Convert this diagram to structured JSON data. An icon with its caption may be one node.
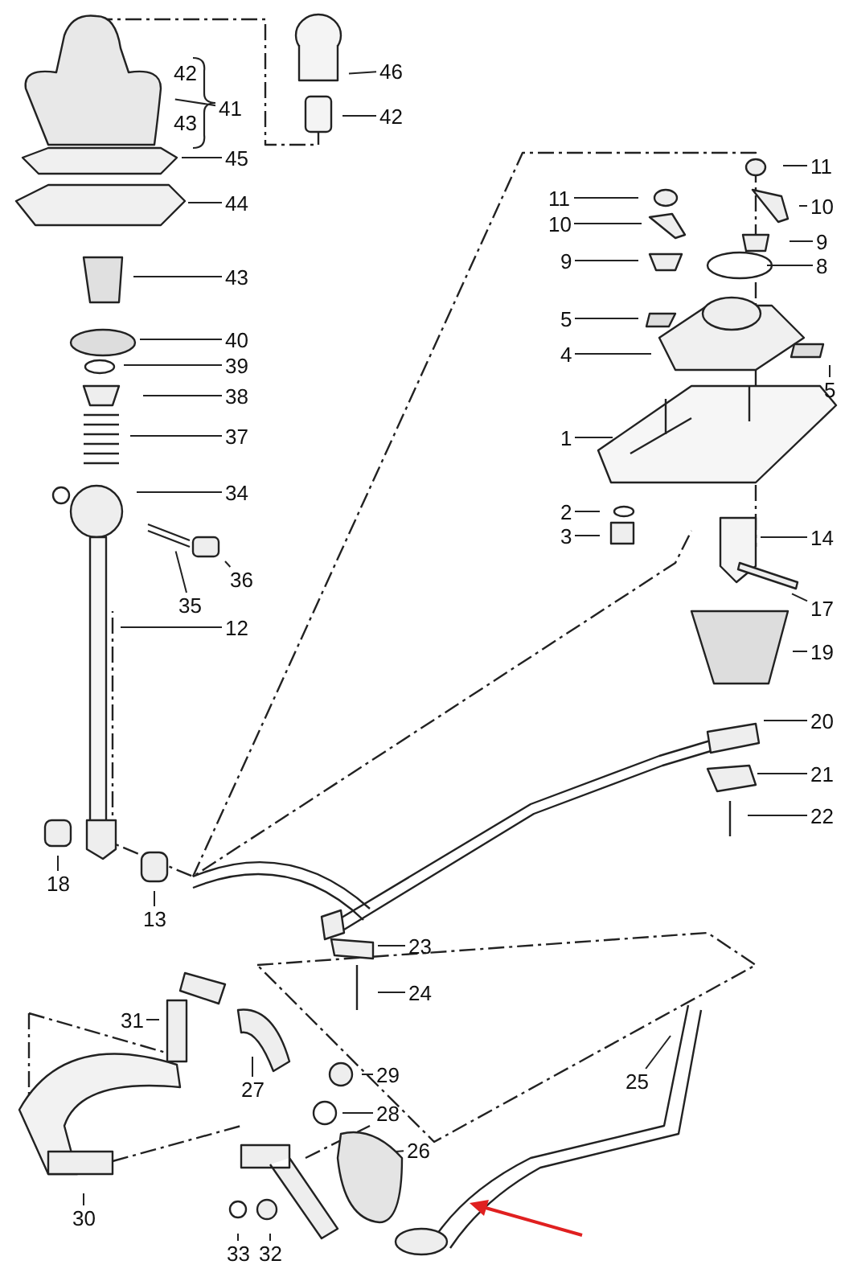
{
  "diagram": {
    "nodes": [
      {
        "text": [
          "41"
        ]
      },
      {
        "text": [
          "46"
        ]
      },
      {
        "text": [
          "42"
        ]
      },
      {
        "text": [
          "45"
        ]
      },
      {
        "text": [
          "44"
        ]
      },
      {
        "text": [
          "43"
        ]
      },
      {
        "text": [
          "40"
        ]
      },
      {
        "text": [
          "39"
        ]
      },
      {
        "text": [
          "38"
        ]
      },
      {
        "text": [
          "37"
        ]
      },
      {
        "text": [
          "34"
        ]
      },
      {
        "text": [
          "36"
        ]
      },
      {
        "text": [
          "35"
        ]
      },
      {
        "text": [
          "12"
        ]
      },
      {
        "text": [
          "11"
        ]
      },
      {
        "text": [
          "11"
        ]
      },
      {
        "text": [
          "10"
        ]
      },
      {
        "text": [
          "10"
        ]
      },
      {
        "text": [
          "9"
        ]
      },
      {
        "text": [
          "9"
        ]
      },
      {
        "text": [
          "8"
        ]
      },
      {
        "text": [
          "5"
        ]
      },
      {
        "text": [
          "4"
        ]
      },
      {
        "text": [
          "5"
        ]
      },
      {
        "text": [
          "1"
        ]
      },
      {
        "text": [
          "2"
        ]
      },
      {
        "text": [
          "3"
        ]
      },
      {
        "text": [
          "14"
        ]
      },
      {
        "text": [
          "17"
        ]
      },
      {
        "text": [
          "19"
        ]
      },
      {
        "text": [
          "20"
        ]
      },
      {
        "text": [
          "21"
        ]
      },
      {
        "text": [
          "22"
        ]
      },
      {
        "text": [
          "18"
        ]
      },
      {
        "text": [
          "13"
        ]
      },
      {
        "text": [
          "23"
        ]
      },
      {
        "text": [
          "24"
        ]
      },
      {
        "text": [
          "31"
        ]
      },
      {
        "text": [
          "29"
        ]
      },
      {
        "text": [
          "27"
        ]
      },
      {
        "text": [
          "28"
        ]
      },
      {
        "text": [
          "25"
        ]
      },
      {
        "text": [
          "26"
        ]
      },
      {
        "text": [
          "30"
        ]
      },
      {
        "text": [
          "33"
        ]
      },
      {
        "text": [
          "32"
        ]
      }
    ],
    "edges": [
      {
        "from": 0,
        "to": null,
        "arrow": "none"
      },
      {
        "from": 1,
        "to": null,
        "arrow": "none"
      },
      {
        "from": 2,
        "to": null,
        "arrow": "none"
      },
      {
        "from": 3,
        "to": null,
        "arrow": "none"
      },
      {
        "from": 4,
        "to": null,
        "arrow": "none"
      },
      {
        "from": 5,
        "to": null,
        "arrow": "none"
      },
      {
        "from": 6,
        "to": null,
        "arrow": "none"
      },
      {
        "from": 7,
        "to": null,
        "arrow": "none"
      },
      {
        "from": 8,
        "to": null,
        "arrow": "none"
      },
      {
        "from": 9,
        "to": null,
        "arrow": "none"
      },
      {
        "from": 10,
        "to": null,
        "arrow": "none"
      },
      {
        "from": 11,
        "to": null,
        "arrow": "none"
      },
      {
        "from": 12,
        "to": null,
        "arrow": "none"
      },
      {
        "from": 13,
        "to": null,
        "arrow": "none"
      },
      {
        "from": 14,
        "to": null,
        "arrow": "none"
      },
      {
        "from": 15,
        "to": null,
        "arrow": "none"
      },
      {
        "from": 16,
        "to": null,
        "arrow": "none"
      },
      {
        "from": 17,
        "to": null,
        "arrow": "none"
      },
      {
        "from": 18,
        "to": null,
        "arrow": "none"
      },
      {
        "from": 19,
        "to": null,
        "arrow": "none"
      },
      {
        "from": 20,
        "to": null,
        "arrow": "none"
      },
      {
        "from": 21,
        "to": null,
        "arrow": "none"
      },
      {
        "from": 22,
        "to": null,
        "arrow": "none"
      },
      {
        "from": 23,
        "to": null,
        "arrow": "none"
      },
      {
        "from": 24,
        "to": null,
        "arrow": "none"
      },
      {
        "from": 25,
        "to": null,
        "arrow": "none"
      },
      {
        "from": 26,
        "to": null,
        "arrow": "none"
      },
      {
        "from": 27,
        "to": null,
        "arrow": "none"
      },
      {
        "from": 28,
        "to": null,
        "arrow": "none"
      },
      {
        "from": 29,
        "to": null,
        "arrow": "none"
      },
      {
        "from": 30,
        "to": null,
        "arrow": "none"
      },
      {
        "from": 31,
        "to": null,
        "arrow": "none"
      },
      {
        "from": 32,
        "to": null,
        "arrow": "none"
      },
      {
        "from": 33,
        "to": null,
        "arrow": "none"
      },
      {
        "from": 34,
        "to": null,
        "arrow": "none"
      },
      {
        "from": 35,
        "to": null,
        "arrow": "none"
      },
      {
        "from": 36,
        "to": null,
        "arrow": "none"
      },
      {
        "from": 37,
        "to": null,
        "arrow": "none"
      },
      {
        "from": 38,
        "to": null,
        "arrow": "none"
      },
      {
        "from": 39,
        "to": null,
        "arrow": "none"
      },
      {
        "from": 40,
        "to": null,
        "arrow": "none"
      },
      {
        "from": 41,
        "to": null,
        "arrow": "none"
      },
      {
        "from": 42,
        "to": null,
        "arrow": "none"
      },
      {
        "from": 43,
        "to": null,
        "arrow": "none"
      },
      {
        "from": 44,
        "to": null,
        "arrow": "none"
      },
      {
        "from": 45,
        "to": null,
        "arrow": "none"
      }
    ],
    "labels": [
      "42",
      "43"
    ]
  }
}
